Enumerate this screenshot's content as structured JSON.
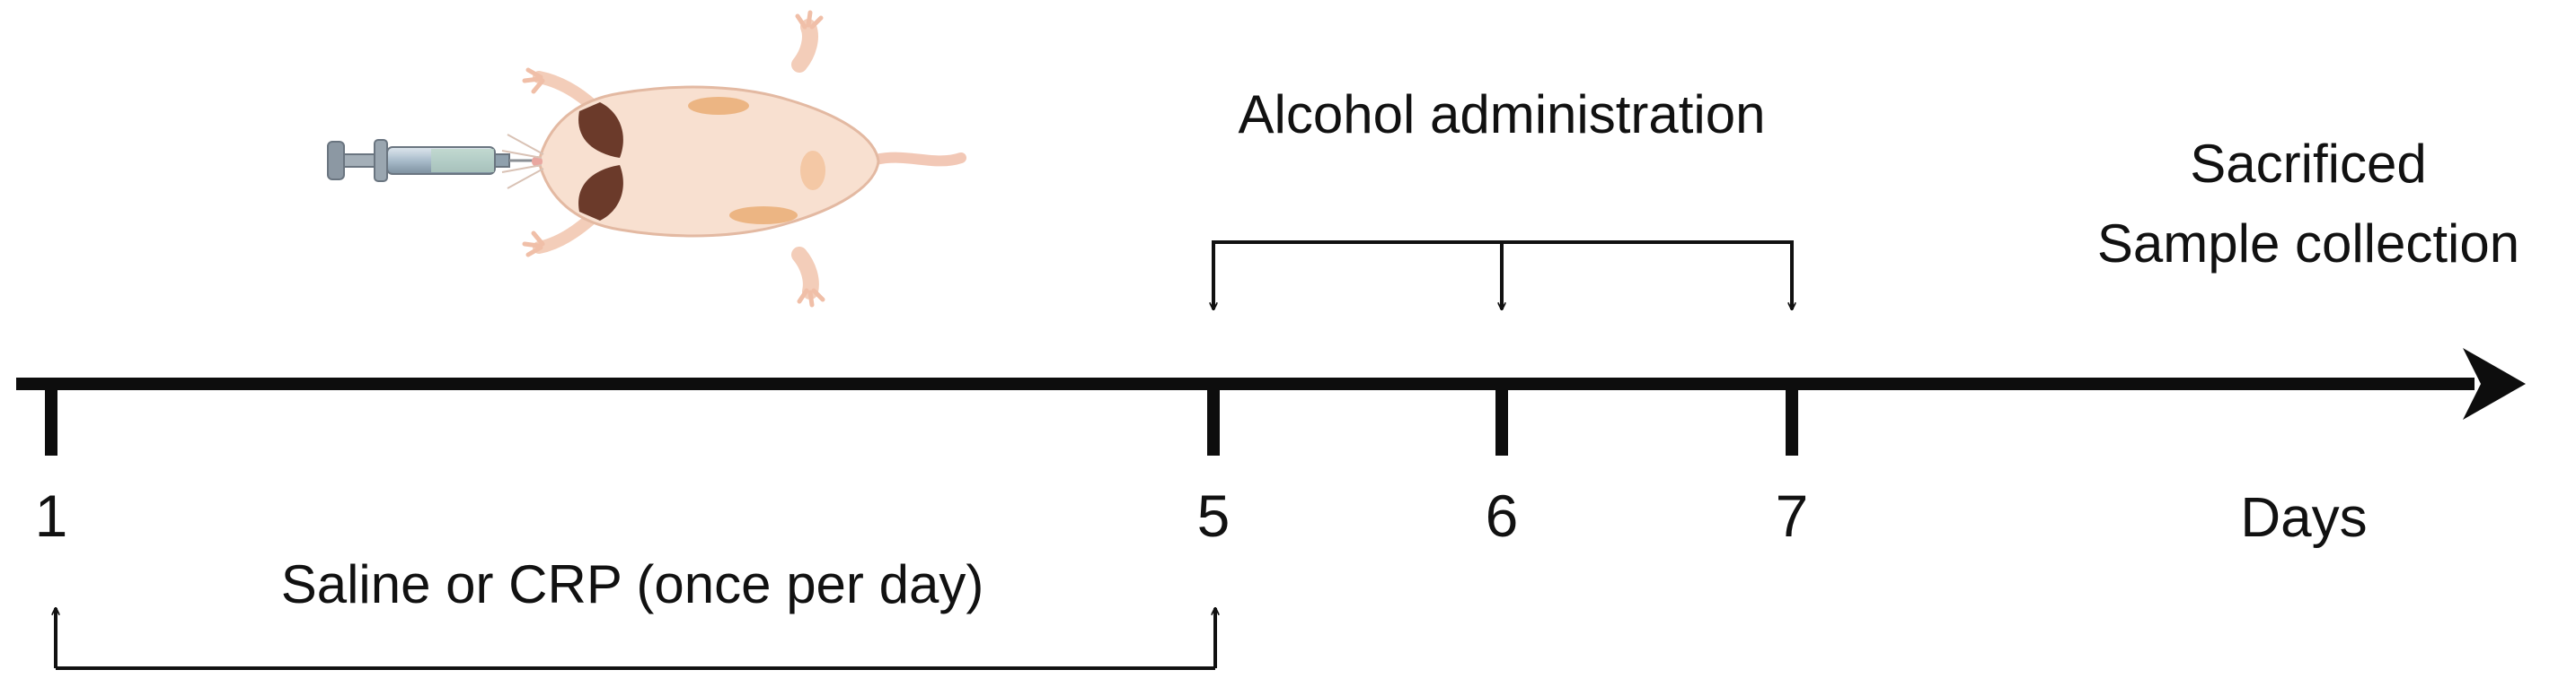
{
  "timeline": {
    "ticks": [
      "1",
      "5",
      "6",
      "7"
    ],
    "axis_unit": "Days"
  },
  "labels": {
    "alcohol": "Alcohol administration",
    "sacrifice_line1": "Sacrificed",
    "sacrifice_line2": "Sample collection",
    "treatment": "Saline or CRP (once per day)"
  },
  "illustration": {
    "subject": "mouse-icon",
    "tool": "syringe-icon"
  },
  "colors": {
    "line": "#0d0d0d",
    "mouse_skin": "#f6dccb",
    "mouse_ear": "#6b3a2a",
    "mouse_patch": "#e8a76a",
    "syringe": "#8a9aa8"
  }
}
